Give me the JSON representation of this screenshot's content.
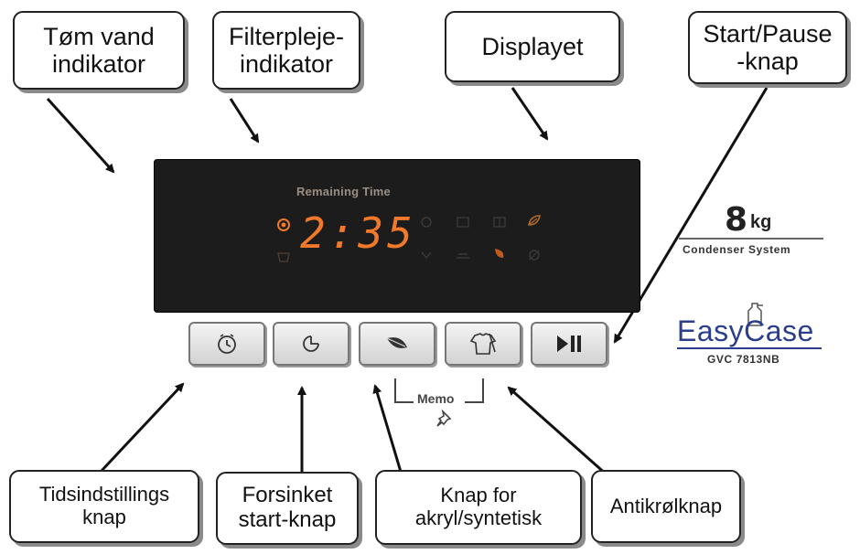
{
  "callouts": {
    "drain_indicator": [
      "Tøm vand",
      "indikator"
    ],
    "filter_indicator": [
      "Filterpleje-",
      "indikator"
    ],
    "display": [
      "Displayet"
    ],
    "start_pause": [
      "Start/Pause",
      "-knap"
    ],
    "time_setting": [
      "Tidsindstillings",
      "knap"
    ],
    "delay_start": [
      "Forsinket",
      "start-knap"
    ],
    "acrylic": [
      "Knap for",
      "akryl/syntetisk"
    ],
    "anti_crease": [
      "Antikrølknap"
    ]
  },
  "display": {
    "remaining_label": "Remaining Time",
    "time": "2:35"
  },
  "memo_label": "Memo",
  "branding": {
    "capacity_number": "8",
    "capacity_unit": "kg",
    "capacity_subtitle": "Condenser System",
    "logo_text": "EasyCase",
    "model": "GVC 7813NB"
  },
  "icons": {
    "time_setting": "clock-icon",
    "delay_start": "delay-clock-icon",
    "acrylic": "leaf-icon",
    "anti_crease": "shirt-icon",
    "start_pause": "play-pause-icon"
  },
  "colors": {
    "display_background": "#1c1c1c",
    "display_digits": "#f07a2a",
    "logo": "#2a3e8c"
  }
}
